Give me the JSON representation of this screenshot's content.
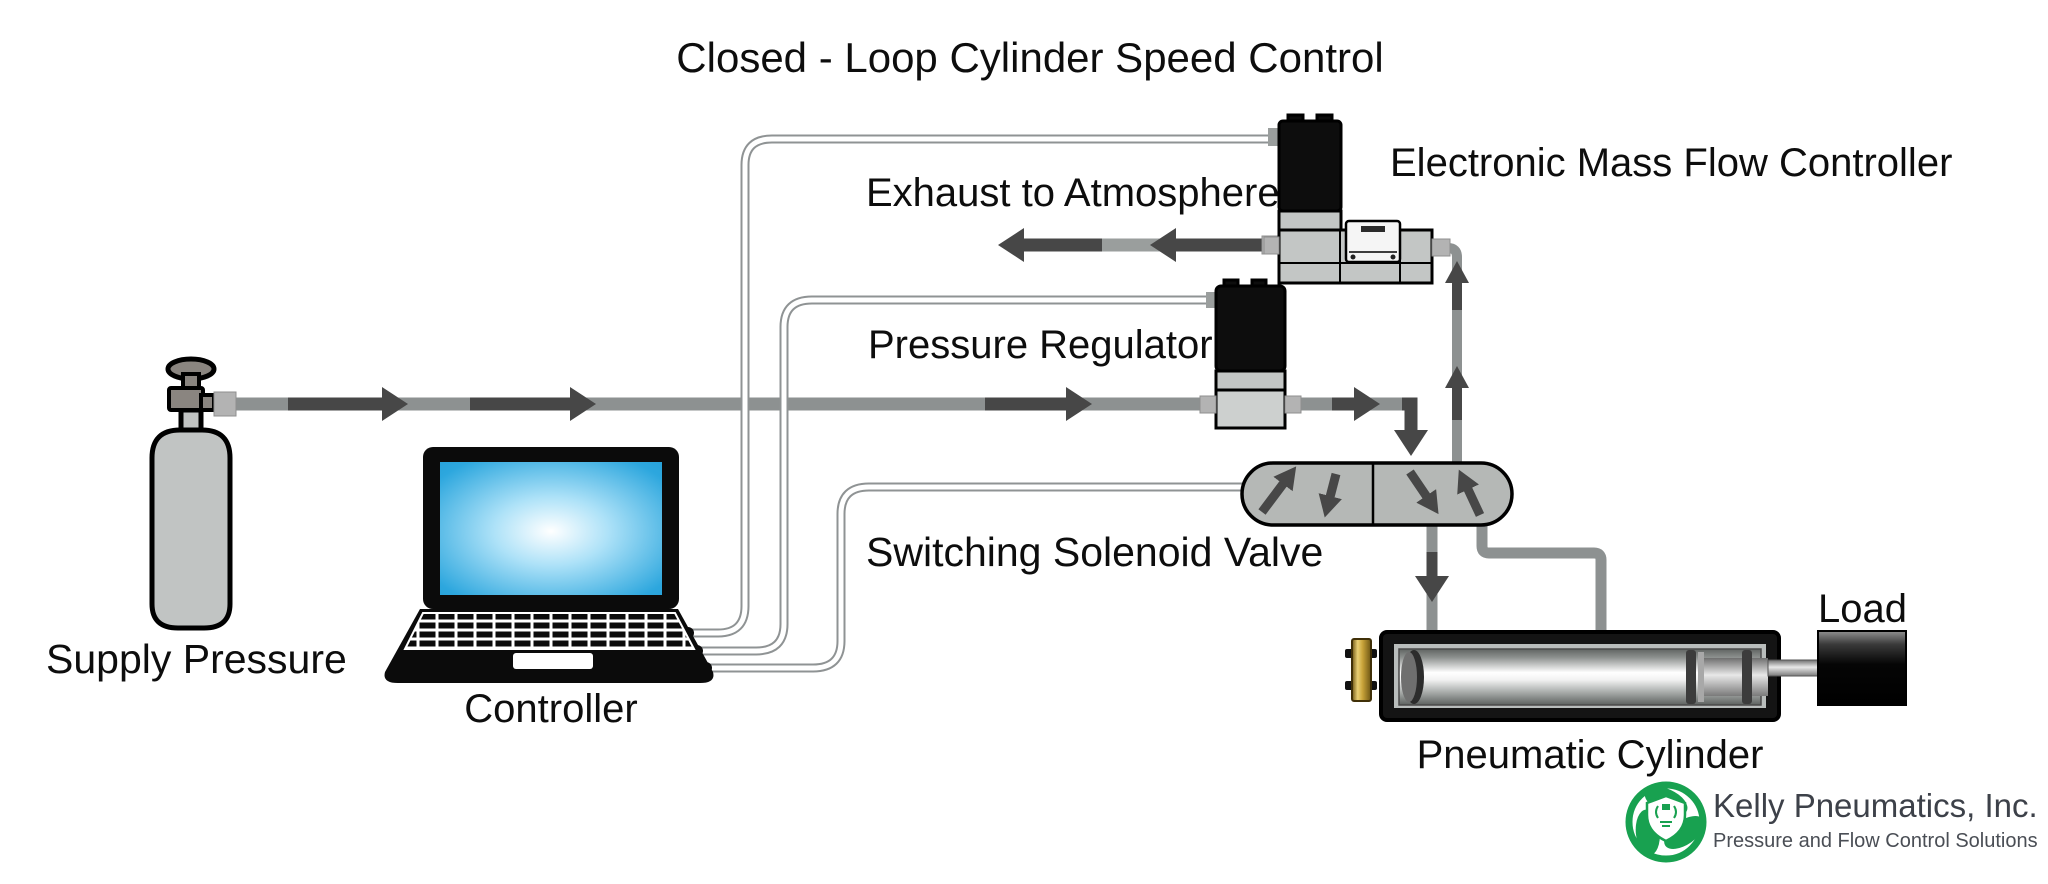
{
  "title": "Closed - Loop Cylinder Speed Control",
  "labels": {
    "supply_pressure": "Supply Pressure",
    "controller": "Controller",
    "exhaust": "Exhaust to Atmosphere",
    "pressure_regulator": "Pressure Regulator",
    "mass_flow_controller": "Electronic Mass Flow Controller",
    "switching_valve": "Switching Solenoid Valve",
    "pneumatic_cylinder": "Pneumatic Cylinder",
    "load": "Load"
  },
  "branding": {
    "company": "Kelly Pneumatics, Inc.",
    "tagline": "Pressure and Flow Control Solutions"
  },
  "colors": {
    "flow_gray": "#8d9191",
    "arrow_dark": "#474747",
    "connector_gray": "#b3b3b3",
    "exhaust_light": "#9a9e9d",
    "device_gray": "#c3c6c5",
    "valve_gray": "#b5b8b6",
    "tank_gray": "#c1c4c3",
    "screen_blue": "#2da7de",
    "brand_green": "#18a150",
    "brand_text": "#3d4149",
    "tagline_text": "#4a4e55"
  }
}
